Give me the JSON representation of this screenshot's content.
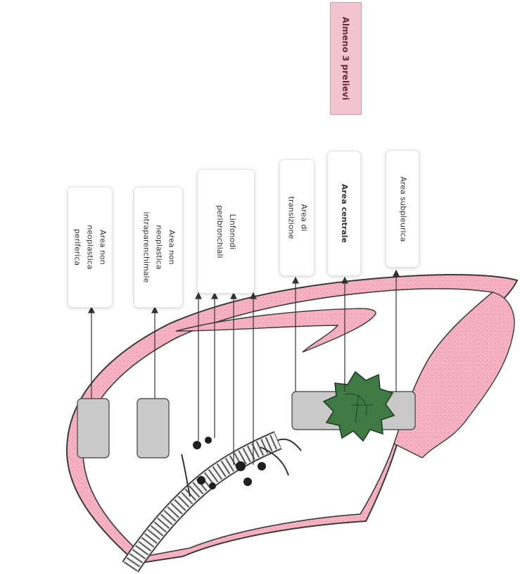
{
  "note": {
    "text": "Almeno 3 prelievi",
    "color": "#f2c4cf"
  },
  "labels": {
    "peripheral": "Area non neoplastica periferica",
    "intraparenchymal": "Area non neoplastica intraparenchimale",
    "lymph": "Linfonodi peribronchiali",
    "transition": "Area di transizione",
    "central": "Area centrale",
    "subpleural": "Area subpleurica"
  },
  "colors": {
    "pleura": "#f4a9bc",
    "tumor": "#3f7a44",
    "sample": "#c9c9c9"
  }
}
